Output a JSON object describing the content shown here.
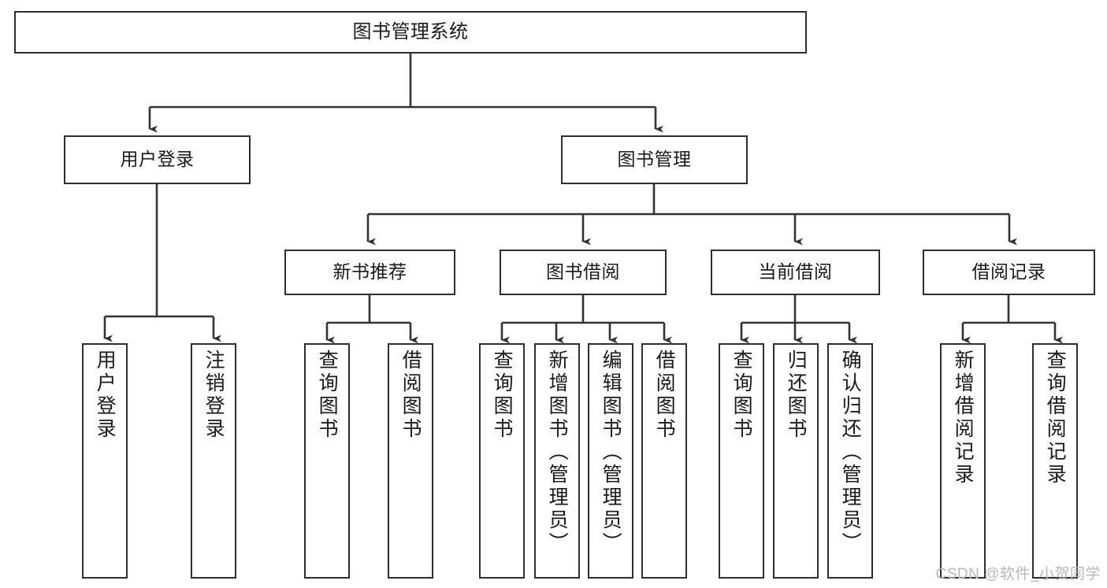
{
  "diagram": {
    "title": "图书管理系统",
    "type": "tree-hierarchy-diagram",
    "colors": {
      "box_border": "#2f2f2f",
      "box_fill": "#ffffff",
      "edge": "#333333",
      "text": "#1a1a1a",
      "watermark": "#b9b9b9",
      "background": "#ffffff"
    },
    "levels": {
      "level1_label": "图书管理系统",
      "level2_labels": [
        "用户登录",
        "图书管理"
      ],
      "level3_labels": [
        "新书推荐",
        "图书借阅",
        "当前借阅",
        "借阅记录"
      ]
    },
    "nodes": {
      "root": {
        "label": "图书管理系统"
      },
      "user_login": {
        "label": "用户登录"
      },
      "book_manage": {
        "label": "图书管理"
      },
      "new_book_rec": {
        "label": "新书推荐"
      },
      "book_borrow": {
        "label": "图书借阅"
      },
      "current_borrow": {
        "label": "当前借阅"
      },
      "borrow_record": {
        "label": "借阅记录"
      },
      "leaf_user_login": {
        "label": "用户登录"
      },
      "leaf_logout": {
        "label": "注销登录"
      },
      "leaf_query_book_1": {
        "label": "查询图书"
      },
      "leaf_borrow_book_1": {
        "label": "借阅图书"
      },
      "leaf_query_book_2": {
        "label": "查询图书"
      },
      "leaf_add_book": {
        "label": "新增图书（管理员）"
      },
      "leaf_edit_book": {
        "label": "编辑图书（管理员）"
      },
      "leaf_borrow_book_2": {
        "label": "借阅图书"
      },
      "leaf_query_book_3": {
        "label": "查询图书"
      },
      "leaf_return_book": {
        "label": "归还图书"
      },
      "leaf_confirm_return": {
        "label": "确认归还（管理员）"
      },
      "leaf_add_record": {
        "label": "新增借阅记录"
      },
      "leaf_query_record": {
        "label": "查询借阅记录"
      }
    },
    "watermark": "CSDN @软件_小贺同学"
  }
}
